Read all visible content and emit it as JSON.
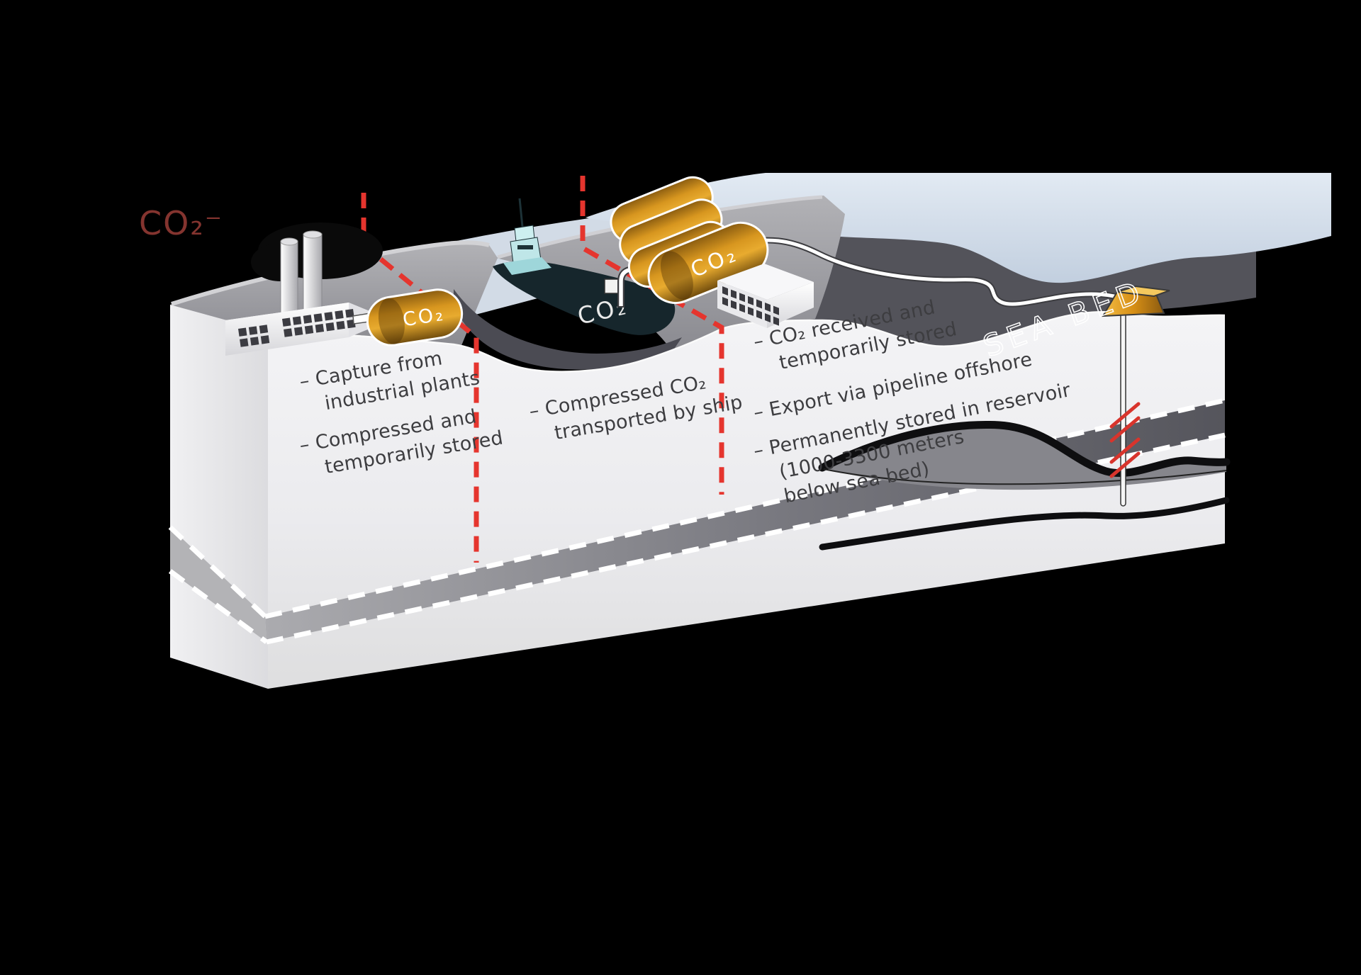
{
  "title_label": {
    "text": "CO₂⁻"
  },
  "sections": [
    {
      "name": "capture",
      "bullets": [
        {
          "lines": "– Capture from\nindustrial plants"
        },
        {
          "lines": "– Compressed and\ntemporarily stored"
        }
      ]
    },
    {
      "name": "shipping",
      "bullets": [
        {
          "lines": "– Compressed CO₂\ntransported by ship"
        }
      ]
    },
    {
      "name": "storage",
      "bullets": [
        {
          "lines": "– CO₂ received and\ntemporarily stored"
        },
        {
          "lines": "– Export via pipeline offshore"
        },
        {
          "lines": "– Permanently stored in reservoir\n(1000-3300 meters\nbelow sea bed)"
        }
      ]
    }
  ],
  "labels": {
    "sea_bed": "SEA BED",
    "co2_tank": "CO₂",
    "co2_cluster": "CO₂",
    "co2_ship": "CO₂"
  },
  "colors": {
    "accent_red": "#e5352e",
    "cylinder_orange": "#dd9a20",
    "sea_blue": "#cdd9e7",
    "seabed_gray": "#53535a",
    "ship_dark": "#16262c",
    "text": "#3d3d40"
  }
}
